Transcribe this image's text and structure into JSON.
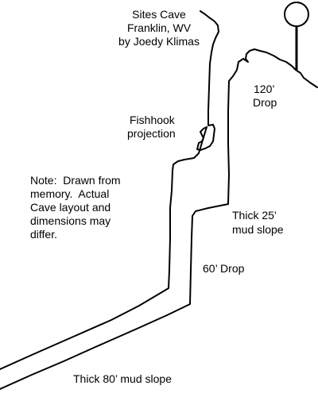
{
  "title": {
    "line1": "Sites Cave",
    "line2": "Franklin, WV",
    "line3": "by Joedy Klimas"
  },
  "labels": {
    "drop_120_line1": "120’",
    "drop_120_line2": "Drop",
    "fishhook_line1": "Fishhook",
    "fishhook_line2": "projection",
    "mud_25_line1": "Thick 25’",
    "mud_25_line2": "mud slope",
    "drop_60": "60’ Drop",
    "mud_80": "Thick 80’ mud slope"
  },
  "note": {
    "line1": "Note:  Drawn from",
    "line2": "memory.  Actual",
    "line3": "Cave layout and",
    "line4": "dimensions may",
    "line5": "differ."
  },
  "colors": {
    "ink": "#000000",
    "background": "#ffffff"
  }
}
